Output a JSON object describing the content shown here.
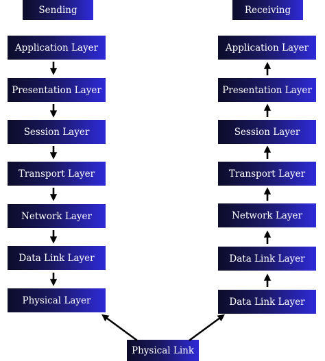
{
  "headers": {
    "sending": "Sending",
    "receiving": "Receiving"
  },
  "sending_layers": [
    "Application Layer",
    "Presentation Layer",
    "Session Layer",
    "Transport Layer",
    "Network Layer",
    "Data Link Layer",
    "Physical Layer"
  ],
  "receiving_layers": [
    "Application Layer",
    "Presentation Layer",
    "Session Layer",
    "Transport Layer",
    "Network Layer",
    "Data Link Layer",
    "Data Link Layer"
  ],
  "physical_link": "Physical Link",
  "colors": {
    "box_dark": "#0c0c2a",
    "box_light": "#2e2ad8",
    "text": "#ffffff",
    "arrow": "#000000"
  }
}
